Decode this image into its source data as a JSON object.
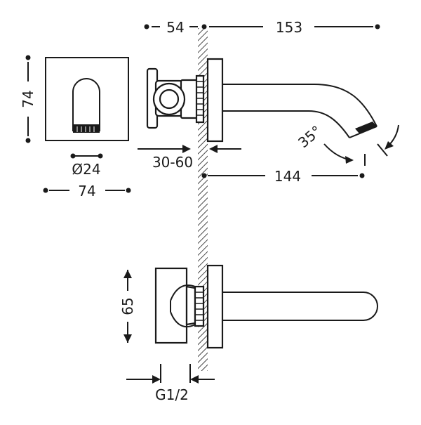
{
  "dimensions": {
    "top_left_width": "54",
    "top_right_length": "153",
    "front_height": "74",
    "spout_diameter": "Ø24",
    "front_width": "74",
    "wall_adjust": "30-60",
    "spout_projection": "144",
    "angle": "35°",
    "handle_height": "65",
    "thread": "G1/2"
  },
  "colors": {
    "ink": "#1a1a1a",
    "paper": "#ffffff"
  }
}
